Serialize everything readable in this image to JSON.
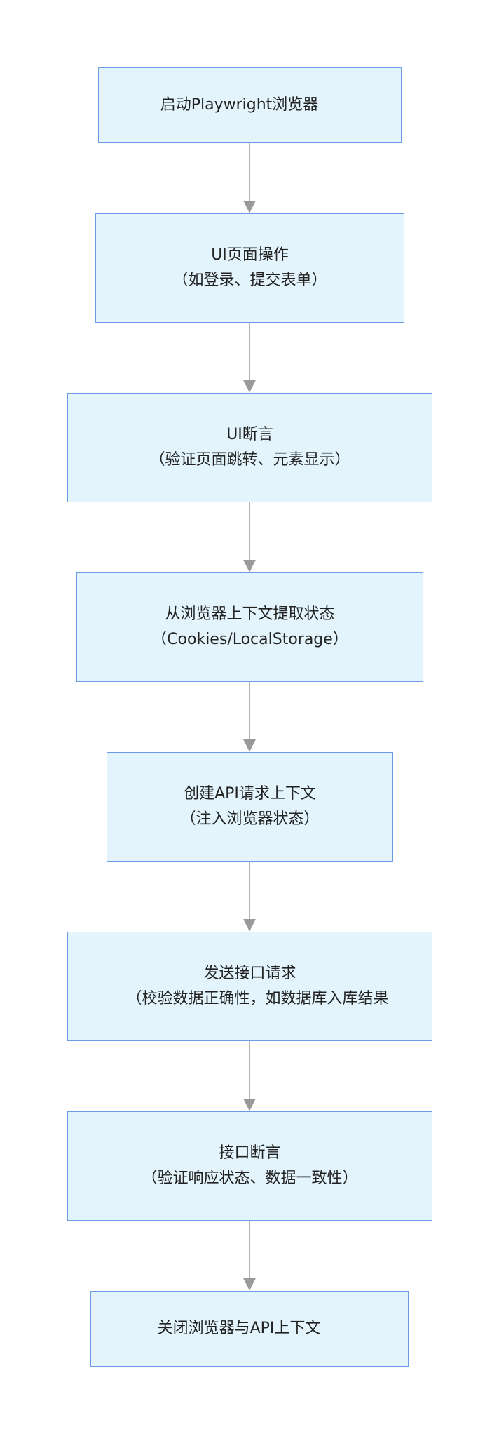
{
  "flowchart": {
    "nodes": [
      {
        "id": "n1",
        "lines": [
          "启动Playwright浏览器"
        ]
      },
      {
        "id": "n2",
        "lines": [
          "UI页面操作",
          "（如登录、提交表单）"
        ]
      },
      {
        "id": "n3",
        "lines": [
          "UI断言",
          "（验证页面跳转、元素显示）"
        ]
      },
      {
        "id": "n4",
        "lines": [
          "从浏览器上下文提取状态",
          "（Cookies/LocalStorage）"
        ]
      },
      {
        "id": "n5",
        "lines": [
          "创建API请求上下文",
          "（注入浏览器状态）"
        ]
      },
      {
        "id": "n6",
        "lines": [
          "发送接口请求",
          "（校验数据正确性，如数据库入库结果"
        ]
      },
      {
        "id": "n7",
        "lines": [
          "接口断言",
          "（验证响应状态、数据一致性）"
        ]
      },
      {
        "id": "n8",
        "lines": [
          "关闭浏览器与API上下文"
        ]
      }
    ],
    "edges": [
      {
        "from": "n1",
        "to": "n2"
      },
      {
        "from": "n2",
        "to": "n3"
      },
      {
        "from": "n3",
        "to": "n4"
      },
      {
        "from": "n4",
        "to": "n5"
      },
      {
        "from": "n5",
        "to": "n6"
      },
      {
        "from": "n6",
        "to": "n7"
      },
      {
        "from": "n7",
        "to": "n8"
      }
    ],
    "colors": {
      "node_fill": "#e3f4fd",
      "node_border": "#6c9be8",
      "edge": "#9a9a9a",
      "text": "#222222"
    }
  }
}
